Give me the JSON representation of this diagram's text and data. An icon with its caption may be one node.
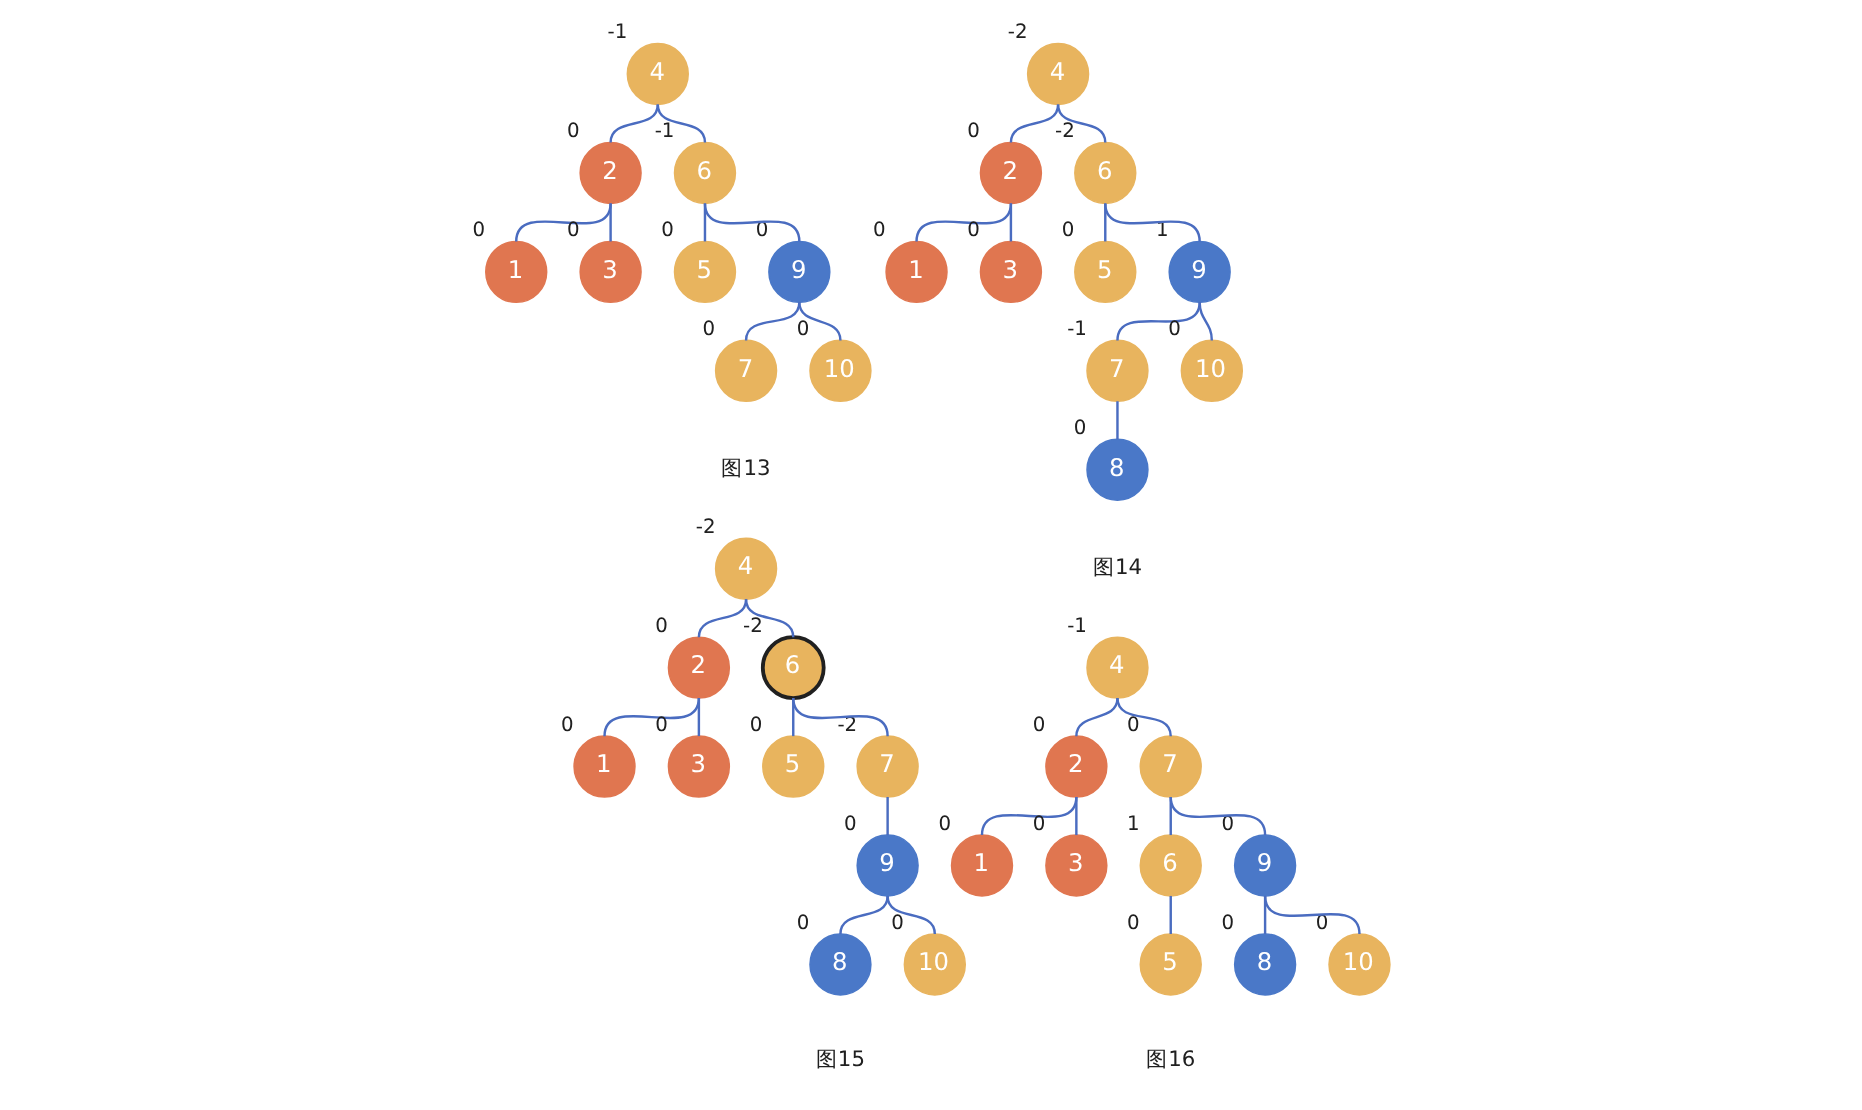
{
  "diagram": {
    "nodes": [
      {
        "text": [
          "4"
        ],
        "beside": [
          "-1"
        ]
      },
      {
        "text": [
          "2"
        ],
        "beside": [
          "0"
        ]
      },
      {
        "text": [
          "6"
        ],
        "beside": [
          "-1"
        ]
      },
      {
        "text": [
          "1"
        ],
        "beside": [
          "0"
        ]
      },
      {
        "text": [
          "3"
        ],
        "beside": [
          "0"
        ]
      },
      {
        "text": [
          "5"
        ],
        "beside": [
          "0"
        ]
      },
      {
        "text": [
          "9"
        ],
        "beside": [
          "0"
        ]
      },
      {
        "text": [
          "7"
        ],
        "beside": [
          "0"
        ]
      },
      {
        "text": [
          "10"
        ],
        "beside": [
          "0"
        ]
      },
      {
        "text": [
          "4"
        ],
        "beside": [
          "-2"
        ]
      },
      {
        "text": [
          "2"
        ],
        "beside": [
          "0"
        ]
      },
      {
        "text": [
          "6"
        ],
        "beside": [
          "-2"
        ]
      },
      {
        "text": [
          "1"
        ],
        "beside": [
          "0"
        ]
      },
      {
        "text": [
          "3"
        ],
        "beside": [
          "0"
        ]
      },
      {
        "text": [
          "5"
        ],
        "beside": [
          "0"
        ]
      },
      {
        "text": [
          "9"
        ],
        "beside": [
          "1"
        ]
      },
      {
        "text": [
          "7"
        ],
        "beside": [
          "-1"
        ]
      },
      {
        "text": [
          "10"
        ],
        "beside": [
          "0"
        ]
      },
      {
        "text": [
          "8"
        ],
        "beside": [
          "0"
        ]
      },
      {
        "text": [
          "4"
        ],
        "beside": [
          "-2"
        ]
      },
      {
        "text": [
          "2"
        ],
        "beside": [
          "0"
        ]
      },
      {
        "text": [
          "6"
        ],
        "beside": [
          "-2"
        ]
      },
      {
        "text": [
          "1"
        ],
        "beside": [
          "0"
        ]
      },
      {
        "text": [
          "3"
        ],
        "beside": [
          "0"
        ]
      },
      {
        "text": [
          "5"
        ],
        "beside": [
          "0"
        ]
      },
      {
        "text": [
          "7"
        ],
        "beside": [
          "-2"
        ]
      },
      {
        "text": [
          "9"
        ],
        "beside": [
          "0"
        ]
      },
      {
        "text": [
          "8"
        ],
        "beside": [
          "0"
        ]
      },
      {
        "text": [
          "10"
        ],
        "beside": [
          "0"
        ]
      },
      {
        "text": [
          "4"
        ],
        "beside": [
          "-1"
        ]
      },
      {
        "text": [
          "2"
        ],
        "beside": [
          "0"
        ]
      },
      {
        "text": [
          "7"
        ],
        "beside": [
          "0"
        ]
      },
      {
        "text": [
          "1"
        ],
        "beside": [
          "0"
        ]
      },
      {
        "text": [
          "3"
        ],
        "beside": [
          "0"
        ]
      },
      {
        "text": [
          "6"
        ],
        "beside": [
          "1"
        ]
      },
      {
        "text": [
          "9"
        ],
        "beside": [
          "0"
        ]
      },
      {
        "text": [
          "5"
        ],
        "beside": [
          "0"
        ]
      },
      {
        "text": [
          "8"
        ],
        "beside": [
          "0"
        ]
      },
      {
        "text": [
          "10"
        ],
        "beside": [
          "0"
        ]
      }
    ],
    "edges": [
      {
        "from": 0,
        "to": 1,
        "arrow": "none"
      },
      {
        "from": 0,
        "to": 2,
        "arrow": "none"
      },
      {
        "from": 1,
        "to": 3,
        "arrow": "none"
      },
      {
        "from": 1,
        "to": 4,
        "arrow": "none"
      },
      {
        "from": 2,
        "to": 5,
        "arrow": "none"
      },
      {
        "from": 2,
        "to": 6,
        "arrow": "none"
      },
      {
        "from": 6,
        "to": 7,
        "arrow": "none"
      },
      {
        "from": 6,
        "to": 8,
        "arrow": "none"
      },
      {
        "from": 9,
        "to": 10,
        "arrow": "none"
      },
      {
        "from": 9,
        "to": 11,
        "arrow": "none"
      },
      {
        "from": 10,
        "to": 12,
        "arrow": "none"
      },
      {
        "from": 10,
        "to": 13,
        "arrow": "none"
      },
      {
        "from": 11,
        "to": 14,
        "arrow": "none"
      },
      {
        "from": 11,
        "to": 15,
        "arrow": "none"
      },
      {
        "from": 15,
        "to": 16,
        "arrow": "none"
      },
      {
        "from": 15,
        "to": 17,
        "arrow": "none"
      },
      {
        "from": 16,
        "to": 18,
        "arrow": "none"
      },
      {
        "from": 19,
        "to": 20,
        "arrow": "none"
      },
      {
        "from": 19,
        "to": 21,
        "arrow": "none"
      },
      {
        "from": 20,
        "to": 22,
        "arrow": "none"
      },
      {
        "from": 20,
        "to": 23,
        "arrow": "none"
      },
      {
        "from": 21,
        "to": 24,
        "arrow": "none"
      },
      {
        "from": 21,
        "to": 25,
        "arrow": "none"
      },
      {
        "from": 25,
        "to": 26,
        "arrow": "none"
      },
      {
        "from": 26,
        "to": 27,
        "arrow": "none"
      },
      {
        "from": 26,
        "to": 28,
        "arrow": "none"
      },
      {
        "from": 29,
        "to": 30,
        "arrow": "none"
      },
      {
        "from": 29,
        "to": 31,
        "arrow": "none"
      },
      {
        "from": 30,
        "to": 32,
        "arrow": "none"
      },
      {
        "from": 30,
        "to": 33,
        "arrow": "none"
      },
      {
        "from": 31,
        "to": 34,
        "arrow": "none"
      },
      {
        "from": 31,
        "to": 35,
        "arrow": "none"
      },
      {
        "from": 34,
        "to": 36,
        "arrow": "none"
      },
      {
        "from": 35,
        "to": 37,
        "arrow": "none"
      },
      {
        "from": 35,
        "to": 38,
        "arrow": "none"
      }
    ],
    "labels": [
      "图13",
      "图14",
      "图15",
      "图16"
    ]
  }
}
